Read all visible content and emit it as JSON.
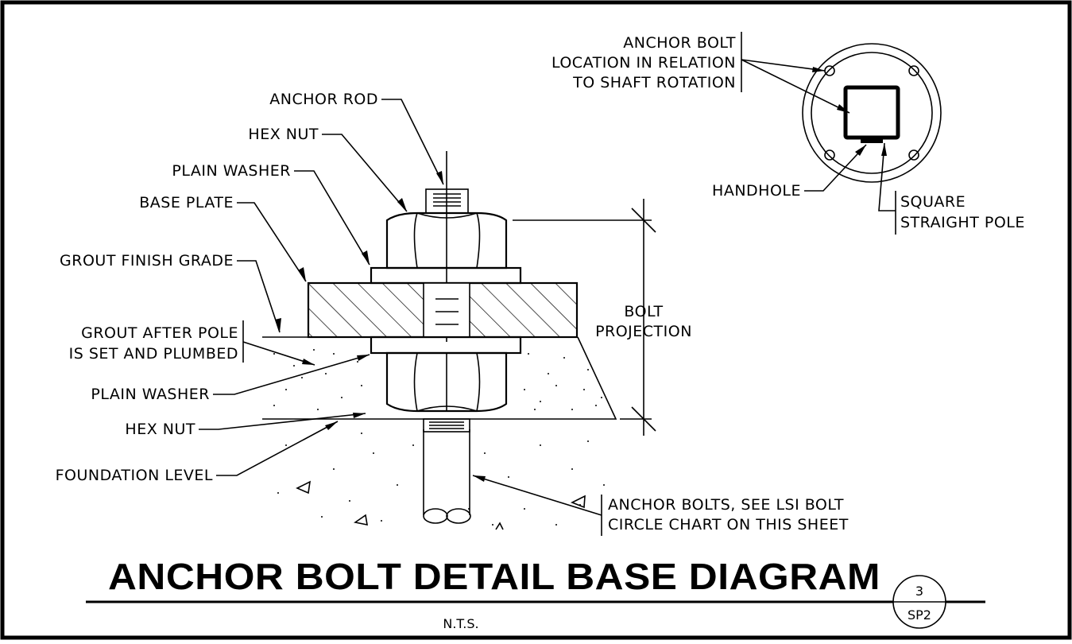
{
  "title": "ANCHOR BOLT DETAIL BASE DIAGRAM",
  "scale_note": "N.T.S.",
  "detail_tag": {
    "number": "3",
    "sheet": "SP2"
  },
  "labels": {
    "anchor_rod": "ANCHOR ROD",
    "hex_nut_top": "HEX NUT",
    "plain_washer_top": "PLAIN WASHER",
    "base_plate": "BASE PLATE",
    "grout_finish_grade": "GROUT FINISH GRADE",
    "grout_after_pole_1": "GROUT AFTER POLE",
    "grout_after_pole_2": "IS SET AND PLUMBED",
    "plain_washer_bottom": "PLAIN WASHER",
    "hex_nut_bottom": "HEX NUT",
    "foundation_level": "FOUNDATION LEVEL",
    "bolt_projection_1": "BOLT",
    "bolt_projection_2": "PROJECTION",
    "anchor_bolts_1": "ANCHOR BOLTS, SEE LSI BOLT",
    "anchor_bolts_2": "CIRCLE CHART ON THIS SHEET",
    "anchor_location_1": "ANCHOR BOLT",
    "anchor_location_2": "LOCATION IN RELATION",
    "anchor_location_3": "TO SHAFT ROTATION",
    "handhole": "HANDHOLE",
    "square_pole_1": "SQUARE",
    "square_pole_2": "STRAIGHT POLE"
  }
}
